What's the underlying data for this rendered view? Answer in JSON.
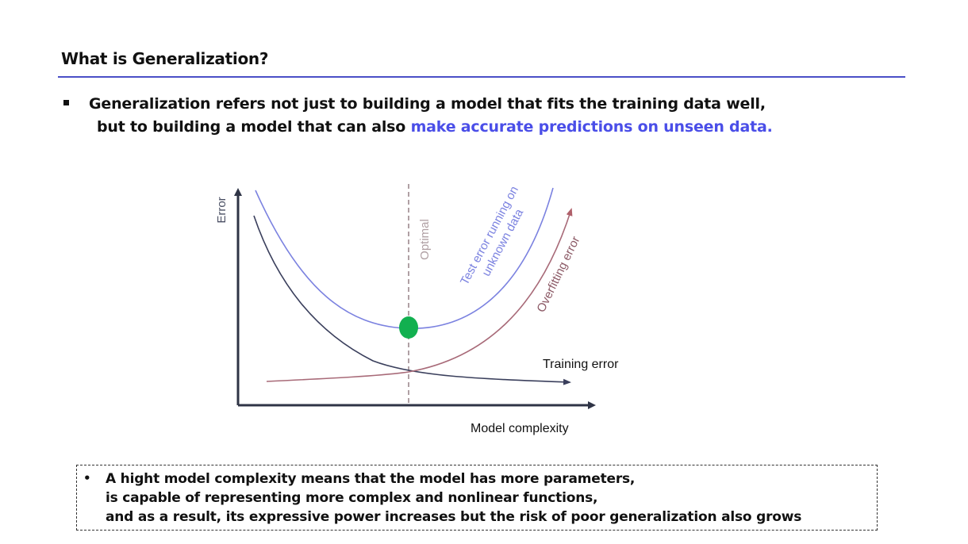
{
  "slide": {
    "title": "What is Generalization?",
    "bullet_line1": "Generalization refers not just to building a model that fits the training data well,",
    "bullet_line2_plain": "but to building a model that can also ",
    "bullet_line2_accent": "make accurate predictions on unseen data."
  },
  "diagram": {
    "y_axis_label": "Error",
    "x_axis_label": "Model complexity",
    "optimal_label": "Optimal",
    "test_error_label_line1": "Test error running on",
    "test_error_label_line2": "unknown data",
    "overfitting_label": "Overfitting error",
    "training_error_label": "Training error",
    "colors": {
      "test_error": "#7b82e0",
      "training_error": "#3a3f5c",
      "overfitting": "#a86a78",
      "optimal_line": "#b0a0a4",
      "optimal_point": "#12b050",
      "axes": "#2f3446"
    }
  },
  "note": {
    "bullet": "•",
    "line1": "A hight model complexity means that the model has more parameters,",
    "line2": "is capable of representing more complex and nonlinear functions,",
    "line3": "and as a result, its expressive power increases but the risk of poor generalization also grows"
  }
}
